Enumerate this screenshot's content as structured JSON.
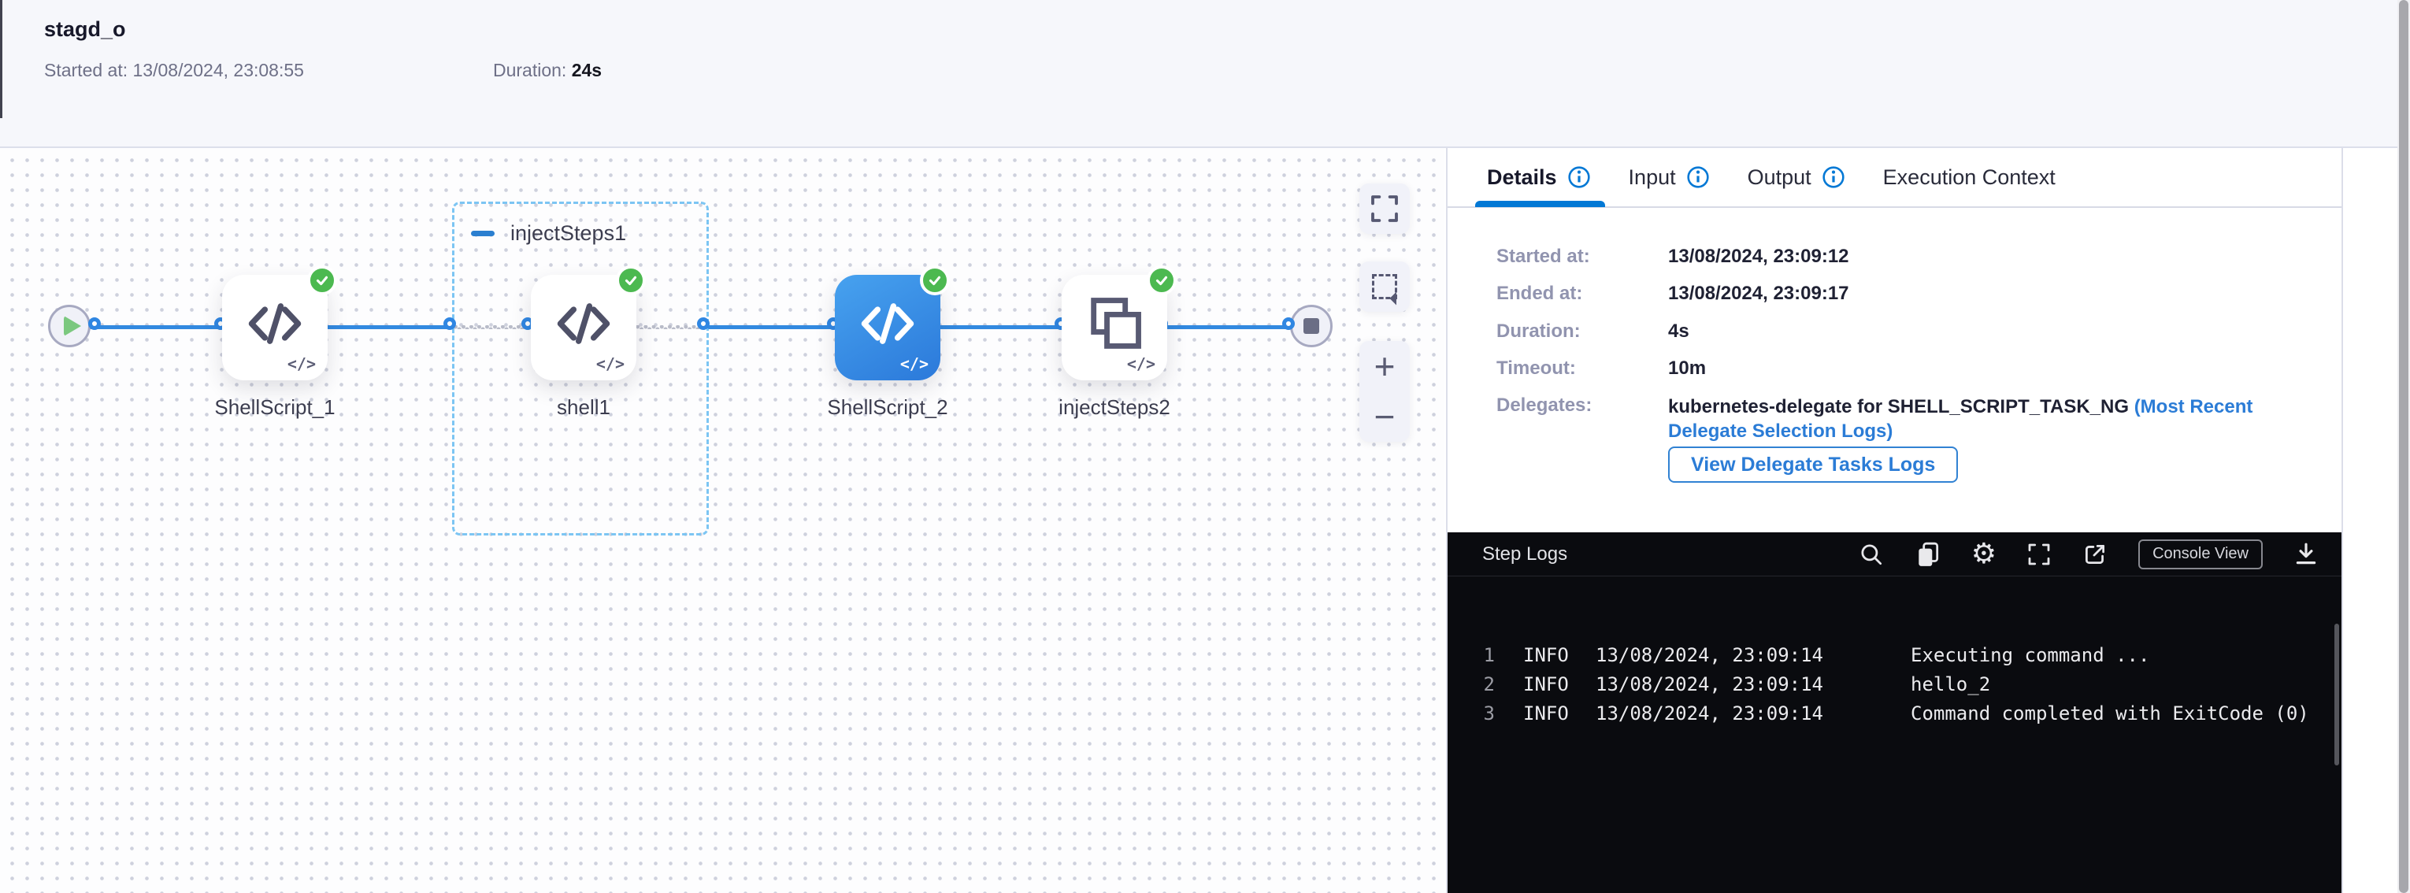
{
  "header": {
    "title": "stagd_o",
    "started_label": "Started at:",
    "started_value": "13/08/2024, 23:08:55",
    "duration_label": "Duration:",
    "duration_value": "24s"
  },
  "canvas": {
    "group": {
      "label": "injectSteps1",
      "collapse_icon": "minus-icon"
    },
    "nodes": [
      {
        "label": "ShellScript_1",
        "type": "shell-script",
        "status": "success"
      },
      {
        "label": "shell1",
        "type": "shell-script",
        "status": "success"
      },
      {
        "label": "ShellScript_2",
        "type": "shell-script",
        "status": "success",
        "selected": true
      },
      {
        "label": "injectSteps2",
        "type": "step-group",
        "status": "success"
      }
    ],
    "start_icon": "play-icon",
    "end_icon": "stop-icon",
    "controls": [
      "expand-icon",
      "marquee-select-icon",
      "zoom-in-icon",
      "zoom-out-icon"
    ],
    "zoom_in_label": "+",
    "zoom_out_label": "−"
  },
  "panel": {
    "tabs": [
      {
        "label": "Details",
        "has_info_icon": true,
        "active": true
      },
      {
        "label": "Input",
        "has_info_icon": true,
        "active": false
      },
      {
        "label": "Output",
        "has_info_icon": true,
        "active": false
      },
      {
        "label": "Execution Context",
        "has_info_icon": false,
        "active": false
      }
    ],
    "details": {
      "rows": [
        {
          "label": "Started at:",
          "value": "13/08/2024, 23:09:12"
        },
        {
          "label": "Ended at:",
          "value": "13/08/2024, 23:09:17"
        },
        {
          "label": "Duration:",
          "value": "4s"
        },
        {
          "label": "Timeout:",
          "value": "10m"
        }
      ],
      "delegates_label": "Delegates:",
      "delegates_text": "kubernetes-delegate for SHELL_SCRIPT_TASK_NG ",
      "delegates_link": "(Most Recent Delegate Selection Logs)",
      "view_logs_button": "View Delegate Tasks Logs"
    },
    "logs": {
      "title": "Step Logs",
      "toolbar_icons": [
        "search-icon",
        "copy-icon",
        "settings-icon",
        "fullscreen-icon",
        "external-link-icon",
        "download-icon"
      ],
      "console_view_label": "Console View",
      "gear_glyph": "⚙",
      "lines": [
        {
          "num": "1",
          "level": "INFO",
          "time": "13/08/2024, 23:09:14",
          "msg": "Executing command ..."
        },
        {
          "num": "2",
          "level": "INFO",
          "time": "13/08/2024, 23:09:14",
          "msg": "hello_2"
        },
        {
          "num": "3",
          "level": "INFO",
          "time": "13/08/2024, 23:09:14",
          "msg": "Command completed with ExitCode (0)"
        }
      ]
    }
  },
  "colors": {
    "accent_blue": "#0278d5",
    "edge_blue": "#3289e0",
    "selected_node_blue": "#2b79da",
    "success_green": "#4cb950",
    "header_bg": "#f6f7fb",
    "log_bg": "#0a0b0f",
    "muted_label": "#9194af"
  }
}
